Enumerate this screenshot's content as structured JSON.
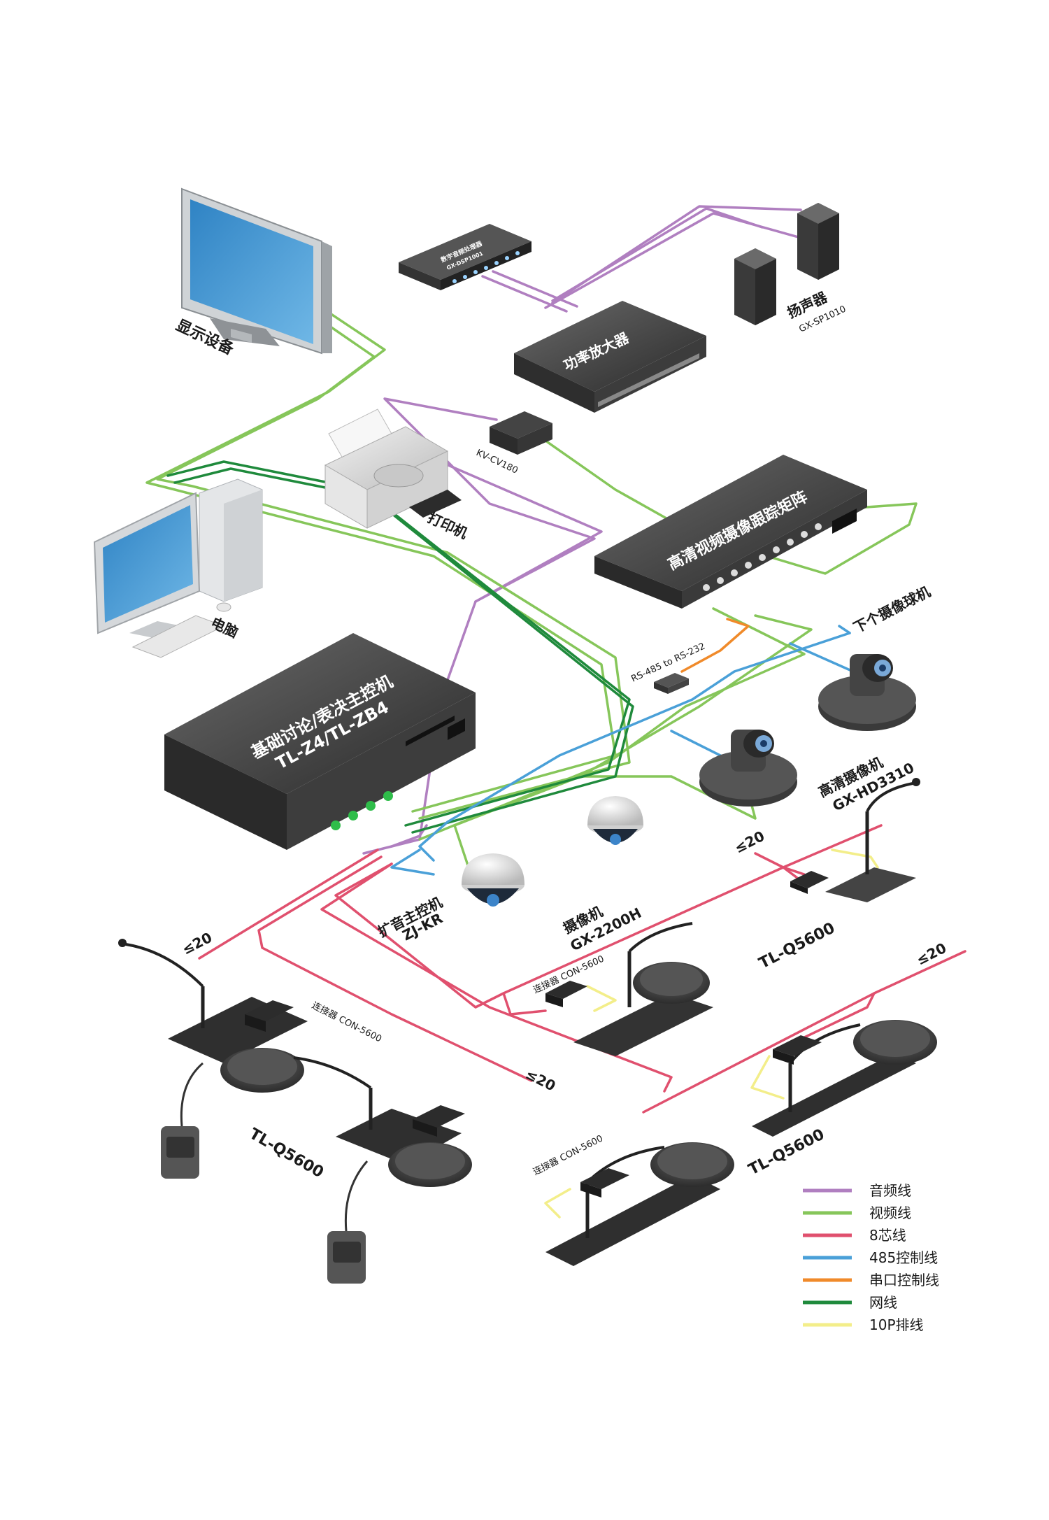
{
  "colors": {
    "audio": "#b07fc0",
    "video": "#86c65a",
    "core8": "#e0506e",
    "rs485": "#4aa0d8",
    "serial": "#f08a2a",
    "network": "#1f8a3c",
    "ribbon": "#f3ee8a"
  },
  "labels": {
    "display": "显示设备",
    "dsp_name": "数字音频处理器",
    "dsp_model": "GX-DSP1001",
    "amplifier": "功率放大器",
    "speaker_name": "扬声器",
    "speaker_model": "GX-SP1010",
    "kvm": "KV-CV180",
    "printer": "打印机",
    "computer": "电脑",
    "matrix": "高清视频摄像跟踪矩阵",
    "next_camera": "下个摄像球机",
    "converter": "RS-485 to RS-232",
    "host_line1": "基础讨论/表决主控机",
    "host_line2": "TL-Z4/TL-ZB4",
    "hd_camera_name": "高清摄像机",
    "hd_camera_model": "GX-HD3310",
    "pa_host_name": "扩音主控机",
    "pa_host_model": "ZJ-KR",
    "dome_name": "摄像机",
    "dome_model": "GX-2200H",
    "limit_a": "≤20",
    "limit_b": "≤20",
    "limit_c": "≤20",
    "limit_d": "≤20",
    "unit_a": "TL-Q5600",
    "unit_b": "TL-Q5600",
    "unit_c": "TL-Q5600",
    "connector_a": "连接器 CON-5600",
    "connector_b": "连接器 CON-5600",
    "connector_c": "连接器 CON-5600"
  },
  "legend": [
    {
      "key": "audio",
      "label": "音频线"
    },
    {
      "key": "video",
      "label": "视频线"
    },
    {
      "key": "core8",
      "label": "8芯线"
    },
    {
      "key": "rs485",
      "label": "485控制线"
    },
    {
      "key": "serial",
      "label": "串口控制线"
    },
    {
      "key": "network",
      "label": "网线"
    },
    {
      "key": "ribbon",
      "label": "10P排线"
    }
  ]
}
